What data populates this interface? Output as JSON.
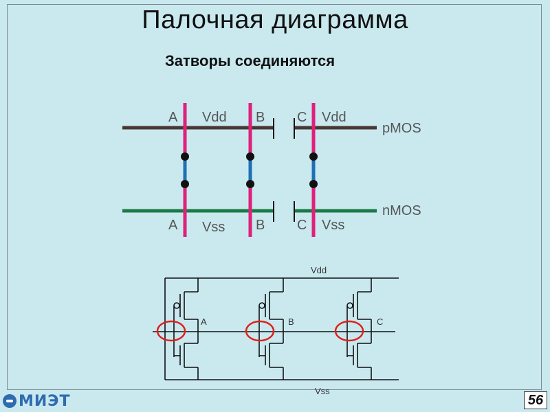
{
  "slide": {
    "title": "Палочная диаграмма",
    "subtitle": "Затворы соединяются",
    "page_number": "56",
    "logo_text": "МИЭТ"
  },
  "stick_diagram": {
    "labels_top": [
      "A",
      "Vdd",
      "B",
      "C",
      "Vdd"
    ],
    "labels_bottom": [
      "A",
      "Vss",
      "B",
      "C",
      "Vss"
    ],
    "rail_labels": [
      "pMOS",
      "nMOS"
    ],
    "colors": {
      "pmos_rail": "#4a3735",
      "nmos_rail": "#1a7a45",
      "gate": "#e0207a",
      "contact": "#1f6fb5",
      "dot": "#111111"
    }
  },
  "schematic": {
    "vdd_label": "Vdd",
    "vss_label": "Vss",
    "input_labels": [
      "A",
      "B",
      "C"
    ],
    "highlight_color": "#e0201a"
  }
}
